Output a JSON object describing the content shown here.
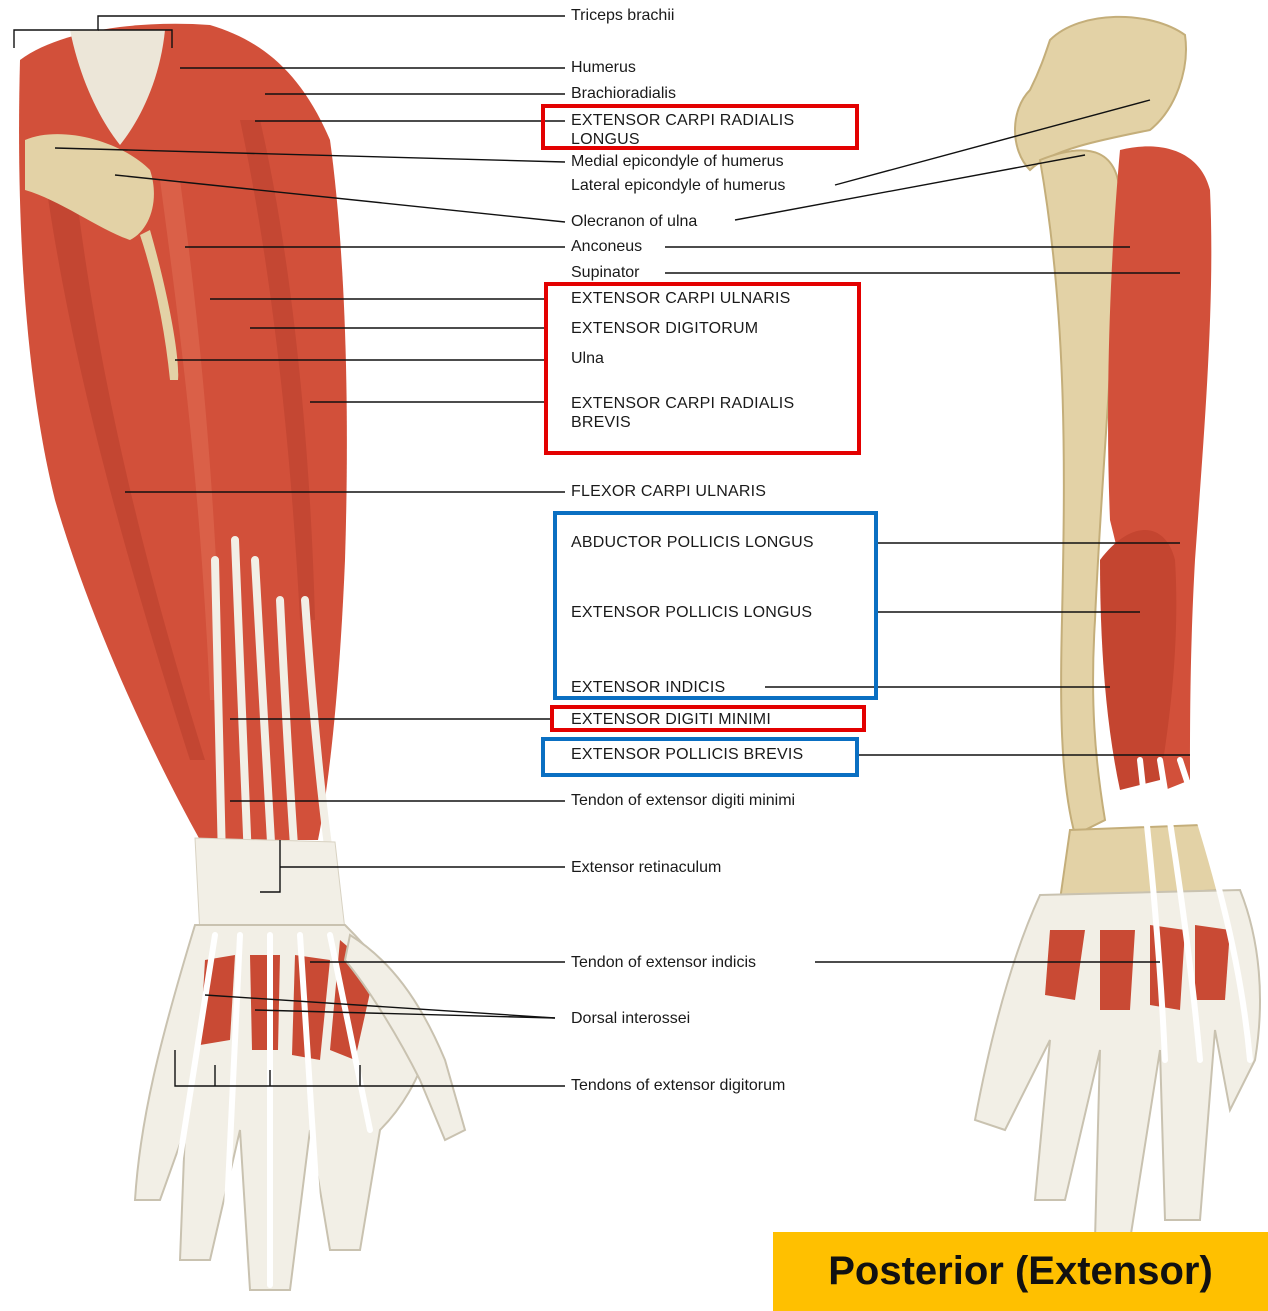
{
  "labels": {
    "triceps_brachii": "Triceps brachii",
    "humerus": "Humerus",
    "brachioradialis": "Brachioradialis",
    "ecrl_1": "EXTENSOR CARPI RADIALIS",
    "ecrl_2": "LONGUS",
    "medial_epicondyle": "Medial epicondyle of humerus",
    "lateral_epicondyle": "Lateral epicondyle of humerus",
    "olecranon": "Olecranon of ulna",
    "anconeus": "Anconeus",
    "supinator": "Supinator",
    "ecu": "EXTENSOR CARPI ULNARIS",
    "ed": "EXTENSOR DIGITORUM",
    "ulna": "Ulna",
    "ecrb_1": "EXTENSOR CARPI RADIALIS",
    "ecrb_2": "BREVIS",
    "fcu": "FLEXOR CARPI ULNARIS",
    "apl": "ABDUCTOR POLLICIS LONGUS",
    "epl": "EXTENSOR POLLICIS LONGUS",
    "ei": "EXTENSOR INDICIS",
    "edm": "EXTENSOR DIGITI MINIMI",
    "epb": "EXTENSOR POLLICIS BREVIS",
    "tendon_edm": "Tendon of extensor digiti minimi",
    "ext_retinaculum": "Extensor retinaculum",
    "tendon_ei": "Tendon of extensor indicis",
    "dorsal_interossei": "Dorsal interossei",
    "tendons_ed": "Tendons of extensor digitorum"
  },
  "title": "Posterior (Extensor)",
  "colors": {
    "muscle": "#d2503a",
    "muscle_dark": "#b03a28",
    "bone": "#e3d2a6",
    "tendon": "#f2efe6",
    "red_box": "#e30000",
    "blue_box": "#0a6fc2",
    "badge": "#ffc000"
  }
}
